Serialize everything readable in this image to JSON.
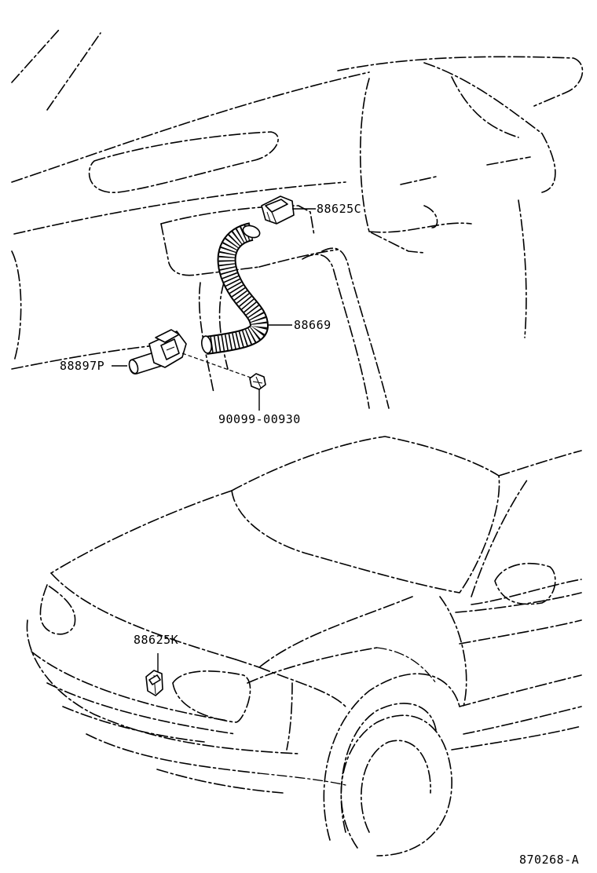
{
  "diagram": {
    "figure_number": "870268-A",
    "parts": [
      {
        "id": "p1",
        "number": "88625C"
      },
      {
        "id": "p2",
        "number": "88669"
      },
      {
        "id": "p3",
        "number": "88897P"
      },
      {
        "id": "p4",
        "number": "90099-00930"
      },
      {
        "id": "p5",
        "number": "88625K"
      }
    ]
  }
}
